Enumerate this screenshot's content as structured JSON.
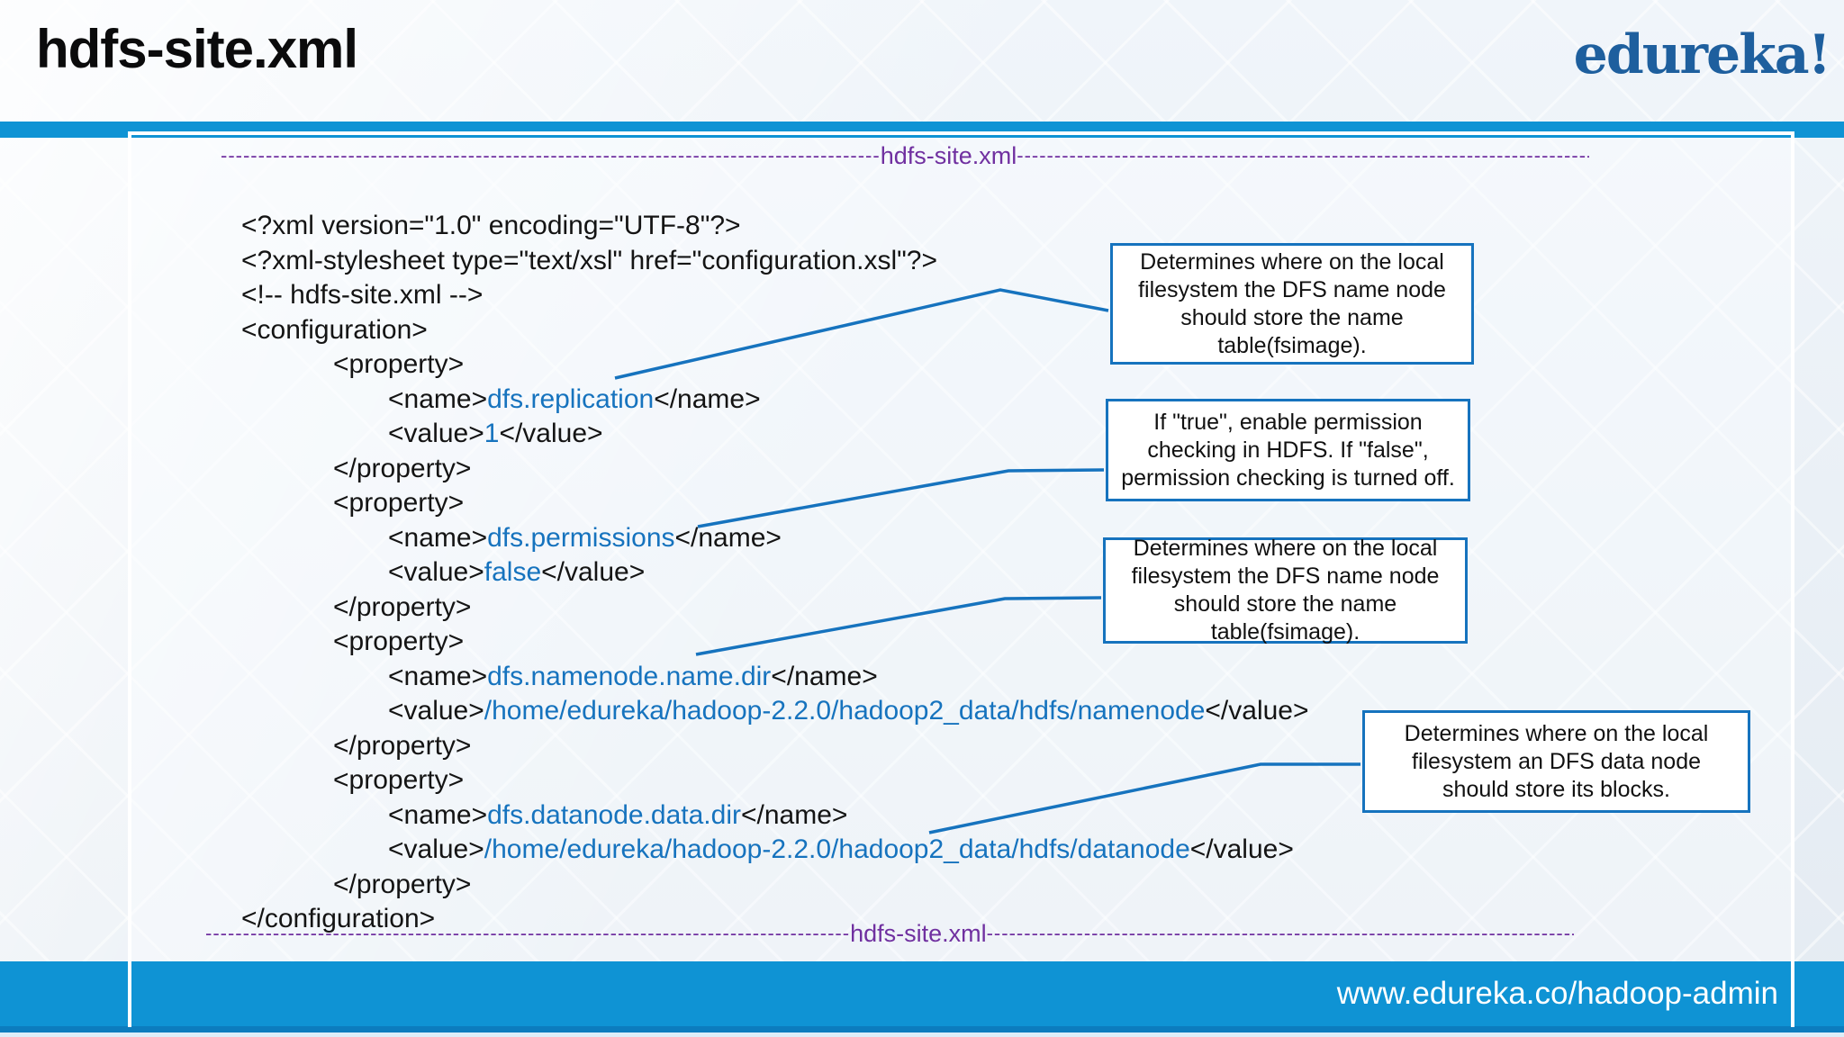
{
  "header": {
    "title": "hdfs-site.xml",
    "logo": "edureka!"
  },
  "separators": {
    "top": {
      "left": "----------------------------------------------------------------------------------------",
      "label": "hdfs-site.xml",
      "right": "----------------------------------------------------------------------------------------------------"
    },
    "bottom": {
      "left": "--------------------------------------------------------------------------------------",
      "label": "hdfs-site.xml",
      "right": "----------------------------------------------------------------------------------------------------"
    }
  },
  "code": {
    "lines": [
      {
        "i": 0,
        "s": [
          [
            "k",
            "<?xml version=\"1.0\" encoding=\"UTF-8\"?>"
          ]
        ]
      },
      {
        "i": 0,
        "s": [
          [
            "k",
            "<?xml-stylesheet type=\"text/xsl\" href=\"configuration.xsl\"?>"
          ]
        ]
      },
      {
        "i": 0,
        "s": [
          [
            "k",
            "<!-- hdfs-site.xml -->"
          ]
        ]
      },
      {
        "i": 0,
        "s": [
          [
            "k",
            "<configuration>"
          ]
        ]
      },
      {
        "i": 1,
        "s": [
          [
            "k",
            "<property>"
          ]
        ]
      },
      {
        "i": 2,
        "s": [
          [
            "k",
            "<name>"
          ],
          [
            "b",
            "dfs.replication"
          ],
          [
            "k",
            "</name>"
          ]
        ]
      },
      {
        "i": 2,
        "s": [
          [
            "k",
            "<value>"
          ],
          [
            "b",
            "1"
          ],
          [
            "k",
            "</value>"
          ]
        ]
      },
      {
        "i": 1,
        "s": [
          [
            "k",
            "</property>"
          ]
        ]
      },
      {
        "i": 1,
        "s": [
          [
            "k",
            "<property>"
          ]
        ]
      },
      {
        "i": 2,
        "s": [
          [
            "k",
            "<name>"
          ],
          [
            "b",
            "dfs.permissions"
          ],
          [
            "k",
            "</name>"
          ]
        ]
      },
      {
        "i": 2,
        "s": [
          [
            "k",
            "<value>"
          ],
          [
            "b",
            "false"
          ],
          [
            "k",
            "</value>"
          ]
        ]
      },
      {
        "i": 1,
        "s": [
          [
            "k",
            "</property>"
          ]
        ]
      },
      {
        "i": 1,
        "s": [
          [
            "k",
            "<property>"
          ]
        ]
      },
      {
        "i": 2,
        "s": [
          [
            "k",
            "<name>"
          ],
          [
            "b",
            "dfs.namenode.name.dir"
          ],
          [
            "k",
            "</name>"
          ]
        ]
      },
      {
        "i": 2,
        "s": [
          [
            "k",
            "<value>"
          ],
          [
            "b",
            "/home/edureka/hadoop-2.2.0/hadoop2_data/hdfs/namenode"
          ],
          [
            "k",
            "</value>"
          ]
        ]
      },
      {
        "i": 1,
        "s": [
          [
            "k",
            "</property>"
          ]
        ]
      },
      {
        "i": 1,
        "s": [
          [
            "k",
            "<property>"
          ]
        ]
      },
      {
        "i": 2,
        "s": [
          [
            "k",
            "<name>"
          ],
          [
            "b",
            "dfs.datanode.data.dir"
          ],
          [
            "k",
            "</name>"
          ]
        ]
      },
      {
        "i": 2,
        "s": [
          [
            "k",
            "<value>"
          ],
          [
            "b",
            "/home/edureka/hadoop-2.2.0/hadoop2_data/hdfs/datanode"
          ],
          [
            "k",
            "</value>"
          ]
        ]
      },
      {
        "i": 1,
        "s": [
          [
            "k",
            "</property>"
          ]
        ]
      },
      {
        "i": 0,
        "s": [
          [
            "k",
            "</configuration>"
          ]
        ]
      }
    ]
  },
  "callouts": [
    "Determines where on the local filesystem the DFS name node should store the name table(fsimage).",
    "If \"true\", enable permission checking in HDFS. If \"false\", permission checking is turned off.",
    "Determines where on the local filesystem the DFS name node should store the name table(fsimage).",
    "Determines where on the local filesystem an DFS data node should store its blocks."
  ],
  "footer": {
    "url": "www.edureka.co/hadoop-admin"
  },
  "colors": {
    "accent_blue": "#1673be",
    "bar_blue": "#0f93d4",
    "purple": "#7030a0",
    "logo_blue": "#1e5f9e"
  }
}
